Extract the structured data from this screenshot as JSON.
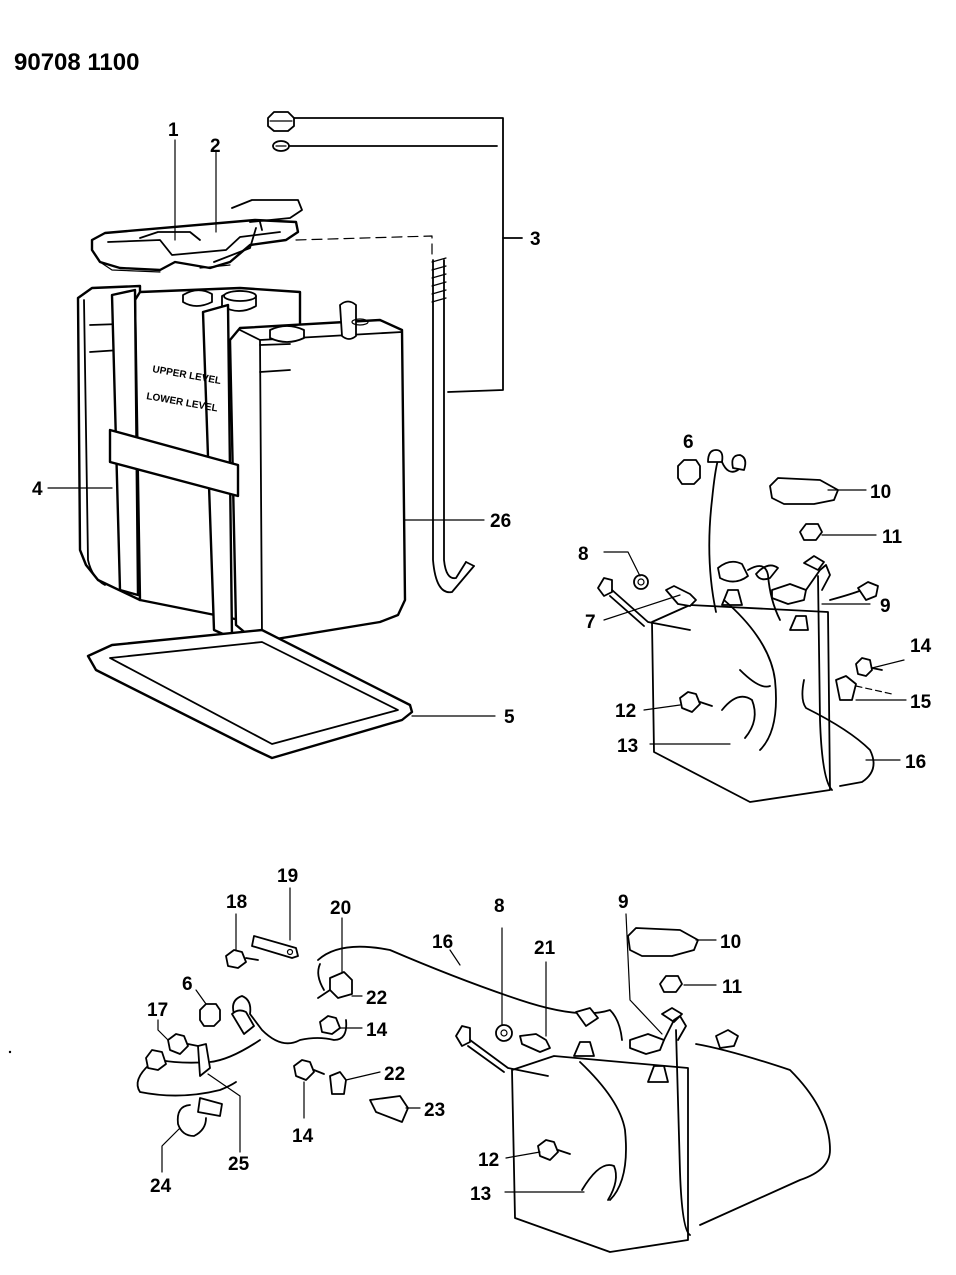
{
  "diagram_id": "90708 1100",
  "battery_text": {
    "upper": "UPPER LEVEL",
    "lower": "LOWER LEVEL"
  },
  "labels": {
    "p1": "1",
    "p2": "2",
    "p3": "3",
    "p4": "4",
    "p5": "5",
    "p26": "26",
    "r6": "6",
    "r8": "8",
    "r7": "7",
    "r10": "10",
    "r11": "11",
    "r9": "9",
    "r14": "14",
    "r15": "15",
    "r12": "12",
    "r13": "13",
    "r16": "16",
    "b19": "19",
    "b18": "18",
    "b20": "20",
    "b16": "16",
    "b8": "8",
    "b9": "9",
    "b21": "21",
    "b10": "10",
    "b11": "11",
    "b6": "6",
    "b22a": "22",
    "b17": "17",
    "b14a": "14",
    "b22b": "22",
    "b23": "23",
    "b14b": "14",
    "b25": "25",
    "b24": "24",
    "b12": "12",
    "b13": "13"
  }
}
